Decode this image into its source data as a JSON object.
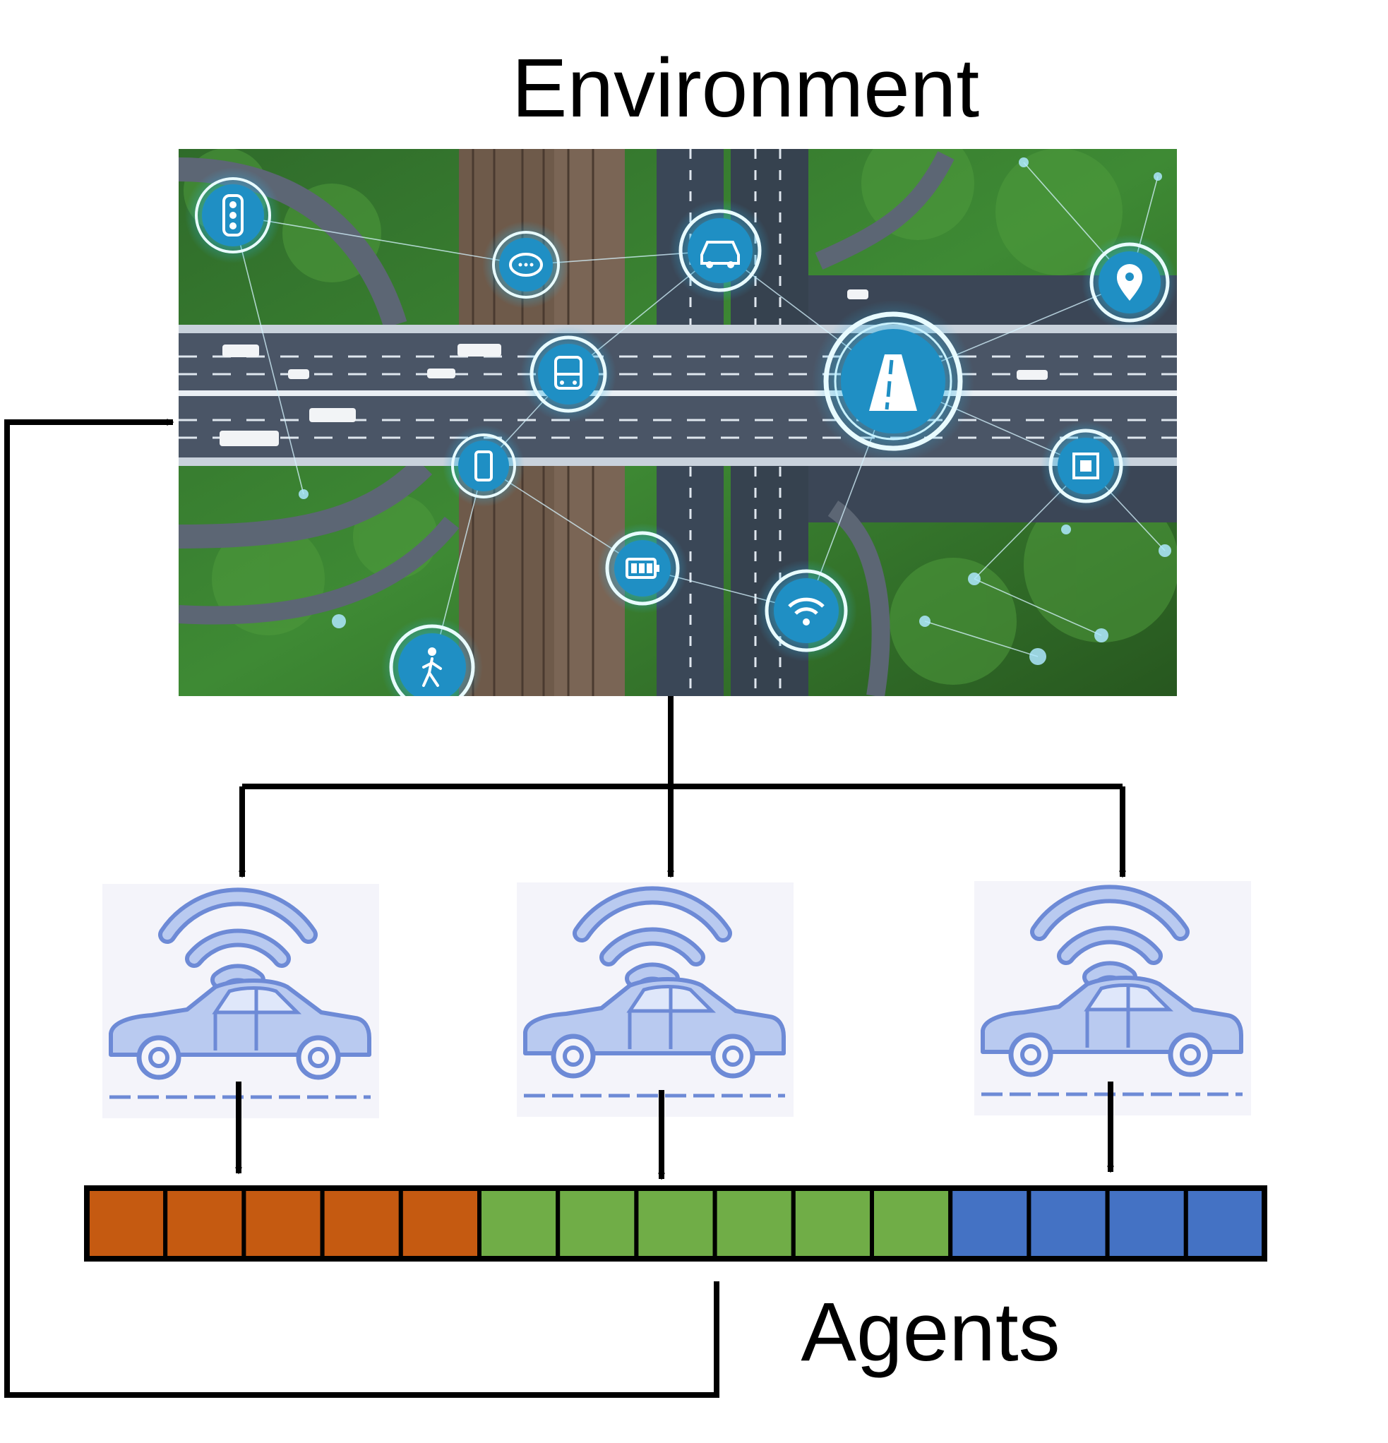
{
  "title": "Environment",
  "footer_label": "Agents",
  "environment_image": {
    "icons": [
      "traffic-light-icon",
      "chat-icon",
      "car-icon",
      "location-pin-icon",
      "bus-icon",
      "road-icon",
      "phone-icon",
      "chip-icon",
      "battery-icon",
      "wifi-icon",
      "pedestrian-icon"
    ]
  },
  "agents": [
    {
      "icon": "connected-car-icon",
      "segment_color": "#C55A11",
      "segments": 5
    },
    {
      "icon": "connected-car-icon",
      "segment_color": "#70AD47",
      "segments": 6
    },
    {
      "icon": "connected-car-icon",
      "segment_color": "#4472C4",
      "segments": 4
    }
  ]
}
